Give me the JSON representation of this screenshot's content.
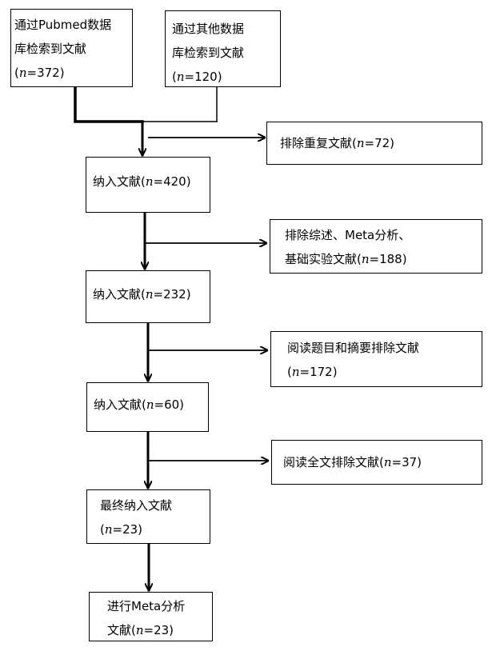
{
  "boxes": {
    "pubmed": {
      "line1": "通过Pubmed数据",
      "line2": "库检索到文献",
      "line3_pre": "(",
      "n": "n",
      "line3_post": "=372)"
    },
    "other": {
      "line1": "通过其他数据",
      "line2": "库检索到文献",
      "line3_pre": "(",
      "n": "n",
      "line3_post": "=120)"
    },
    "include1": {
      "pre": "纳入文献(",
      "n": "n",
      "post": "=420)"
    },
    "include2": {
      "pre": "纳入文献(",
      "n": "n",
      "post": "=232)"
    },
    "include3": {
      "pre": "纳入文献(",
      "n": "n",
      "post": "=60)"
    },
    "final": {
      "line1": "最终纳入文献",
      "line2_pre": "(",
      "n": "n",
      "line2_post": "=23)"
    },
    "meta": {
      "line1": "进行Meta分析",
      "line2_pre": "文献(",
      "n": "n",
      "line2_post": "=23)"
    }
  },
  "exclusions": {
    "duplicates": {
      "pre": "排除重复文献(",
      "n": "n",
      "post": "=72)"
    },
    "reviews": {
      "line1": "排除综述、Meta分析、",
      "line2_pre": "基础实验文献(",
      "n": "n",
      "line2_post": "=188)"
    },
    "abstracts": {
      "line1": "阅读题目和摘要排除文献",
      "line2_pre": "(",
      "n": "n",
      "line2_post": "=172)"
    },
    "fulltext": {
      "pre": "阅读全文排除文献(",
      "n": "n",
      "post": "=37)"
    }
  }
}
